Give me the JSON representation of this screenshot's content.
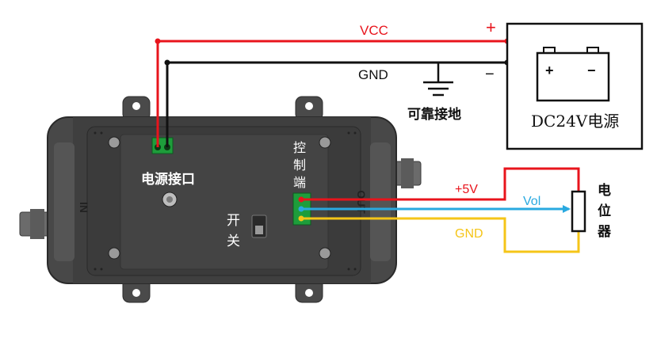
{
  "wires": {
    "vcc_label": "VCC",
    "gnd_label": "GND",
    "plus_sign": "+",
    "minus_sign": "−",
    "ground_caption": "可靠接地",
    "colors": {
      "vcc": "#e8141c",
      "gnd": "#111111",
      "signal": "#29a9e0",
      "pot_gnd": "#f5c518"
    }
  },
  "power_supply": {
    "label": "DC24V电源",
    "battery_plus": "+",
    "battery_minus": "−"
  },
  "device": {
    "power_port_label": "电源接口",
    "switch_label": [
      "开",
      "关"
    ],
    "control_label": [
      "控",
      "制",
      "端"
    ],
    "side_in": "IN",
    "side_out": "OUT"
  },
  "potentiometer": {
    "label": [
      "电",
      "位",
      "器"
    ],
    "plus5v_label": "+5V",
    "vol_label": "Vol",
    "gnd_label": "GND"
  }
}
